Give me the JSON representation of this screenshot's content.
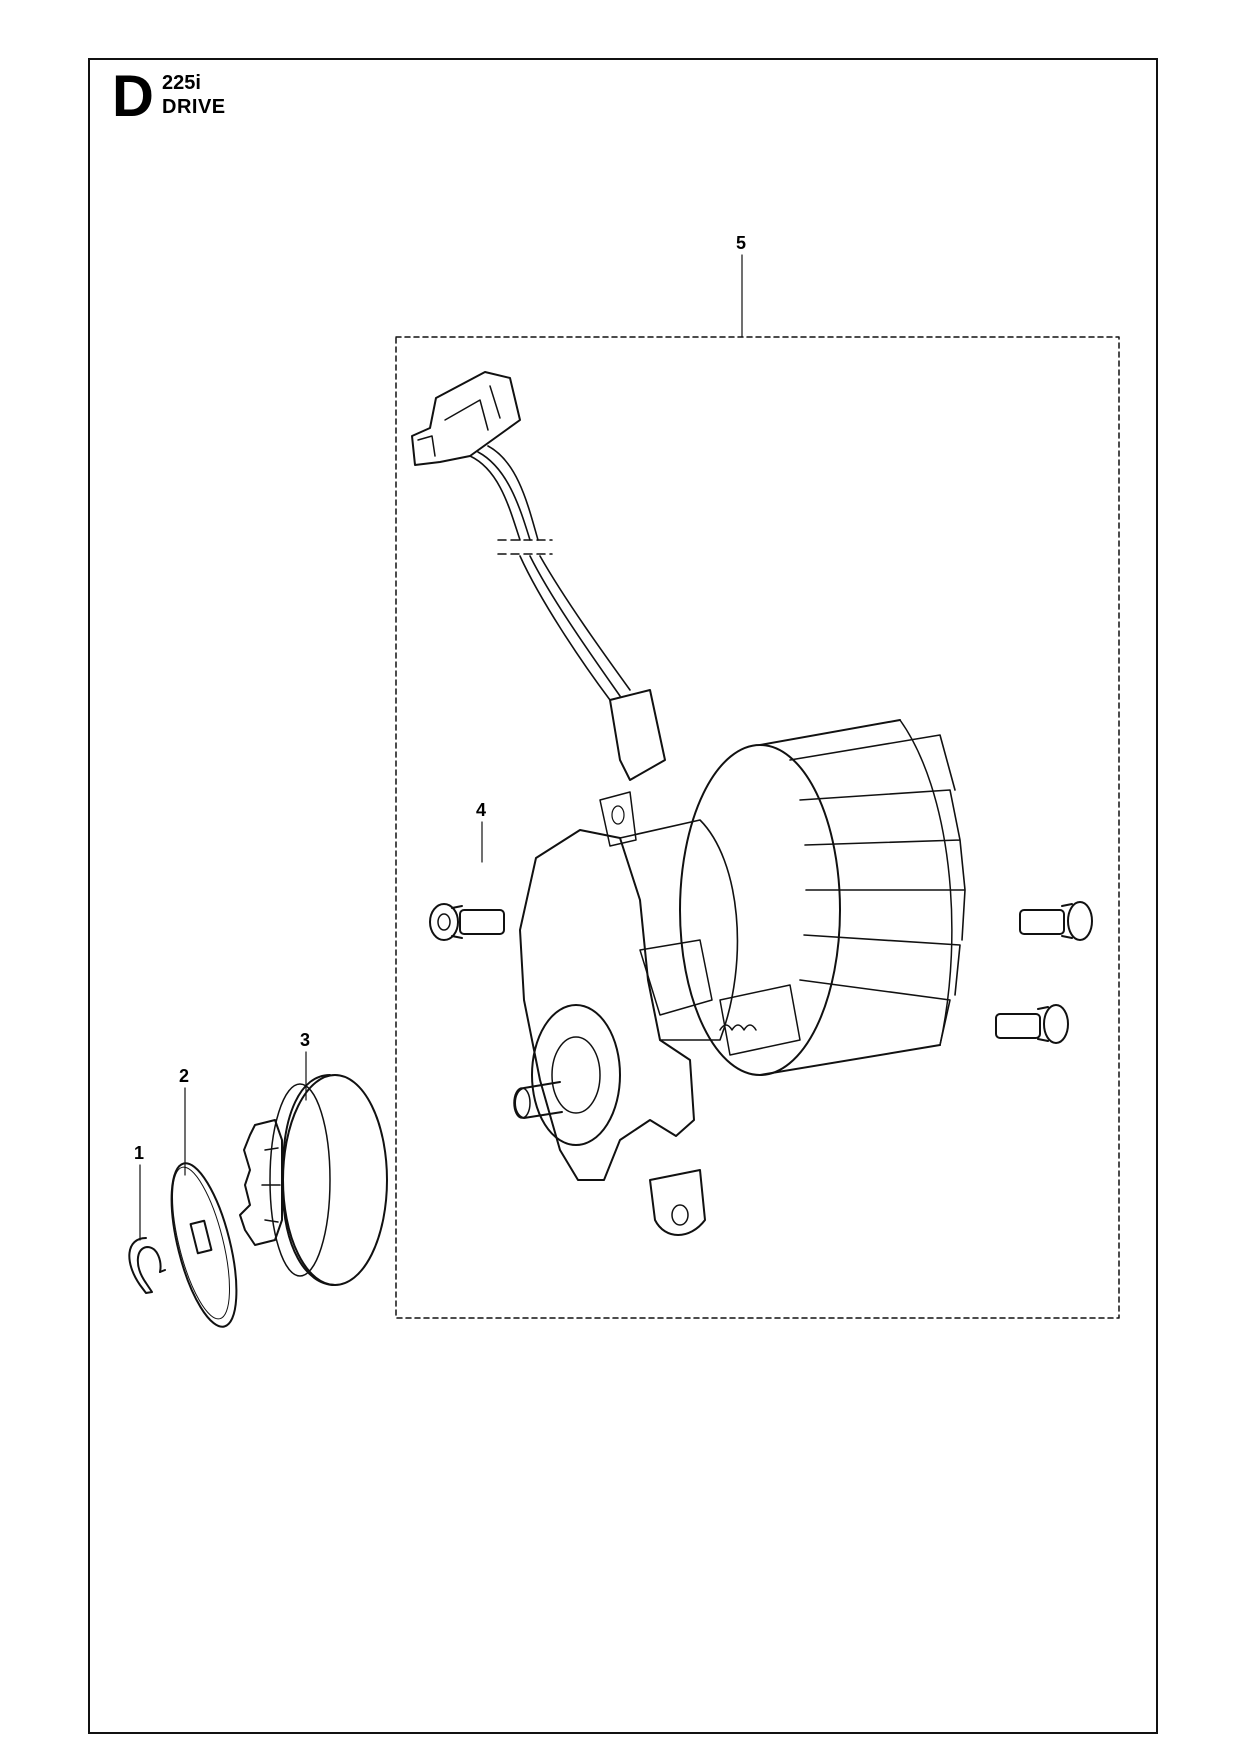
{
  "header": {
    "section_letter": "D",
    "model": "225i",
    "title": "DRIVE"
  },
  "callouts": [
    {
      "number": "1",
      "part": "circlip-icon"
    },
    {
      "number": "2",
      "part": "washer-icon"
    },
    {
      "number": "3",
      "part": "clutch-drum-sprocket-icon"
    },
    {
      "number": "4",
      "part": "screw-icon"
    },
    {
      "number": "5",
      "part": "motor-assembly-icon"
    }
  ]
}
